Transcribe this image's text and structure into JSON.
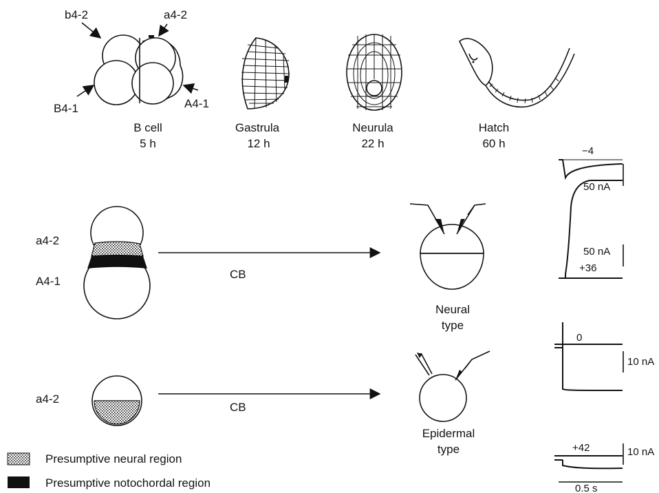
{
  "stages": [
    {
      "name": "B cell",
      "time": "5 h"
    },
    {
      "name": "Gastrula",
      "time": "12 h"
    },
    {
      "name": "Neurula",
      "time": "22 h"
    },
    {
      "name": "Hatch",
      "time": "60 h"
    }
  ],
  "blastomeres": {
    "b4_2": "b4-2",
    "a4_2": "a4-2",
    "B4_1": "B4-1",
    "A4_1": "A4-1"
  },
  "pair_row": {
    "top_label": "a4-2",
    "bottom_label": "A4-1",
    "arrow_label": "CB",
    "result_type": "Neural\ntype"
  },
  "single_row": {
    "label": "a4-2",
    "arrow_label": "CB",
    "result_type": "Epidermal\ntype"
  },
  "traces": {
    "neural": {
      "hold_top": "−4",
      "scale_top": "50 nA",
      "scale_bottom": "50 nA",
      "hold_bottom": "+36"
    },
    "epidermal": {
      "hold_top": "0",
      "scale_top": "10 nA",
      "scale_bottom": "10 nA",
      "hold_bottom": "+42",
      "time_scale": "0.5 s"
    }
  },
  "legend": [
    {
      "label": "Presumptive neural region",
      "pattern": "stipple"
    },
    {
      "label": "Presumptive notochordal region",
      "pattern": "solid"
    }
  ],
  "colors": {
    "ink": "#111111",
    "background": "#ffffff"
  }
}
